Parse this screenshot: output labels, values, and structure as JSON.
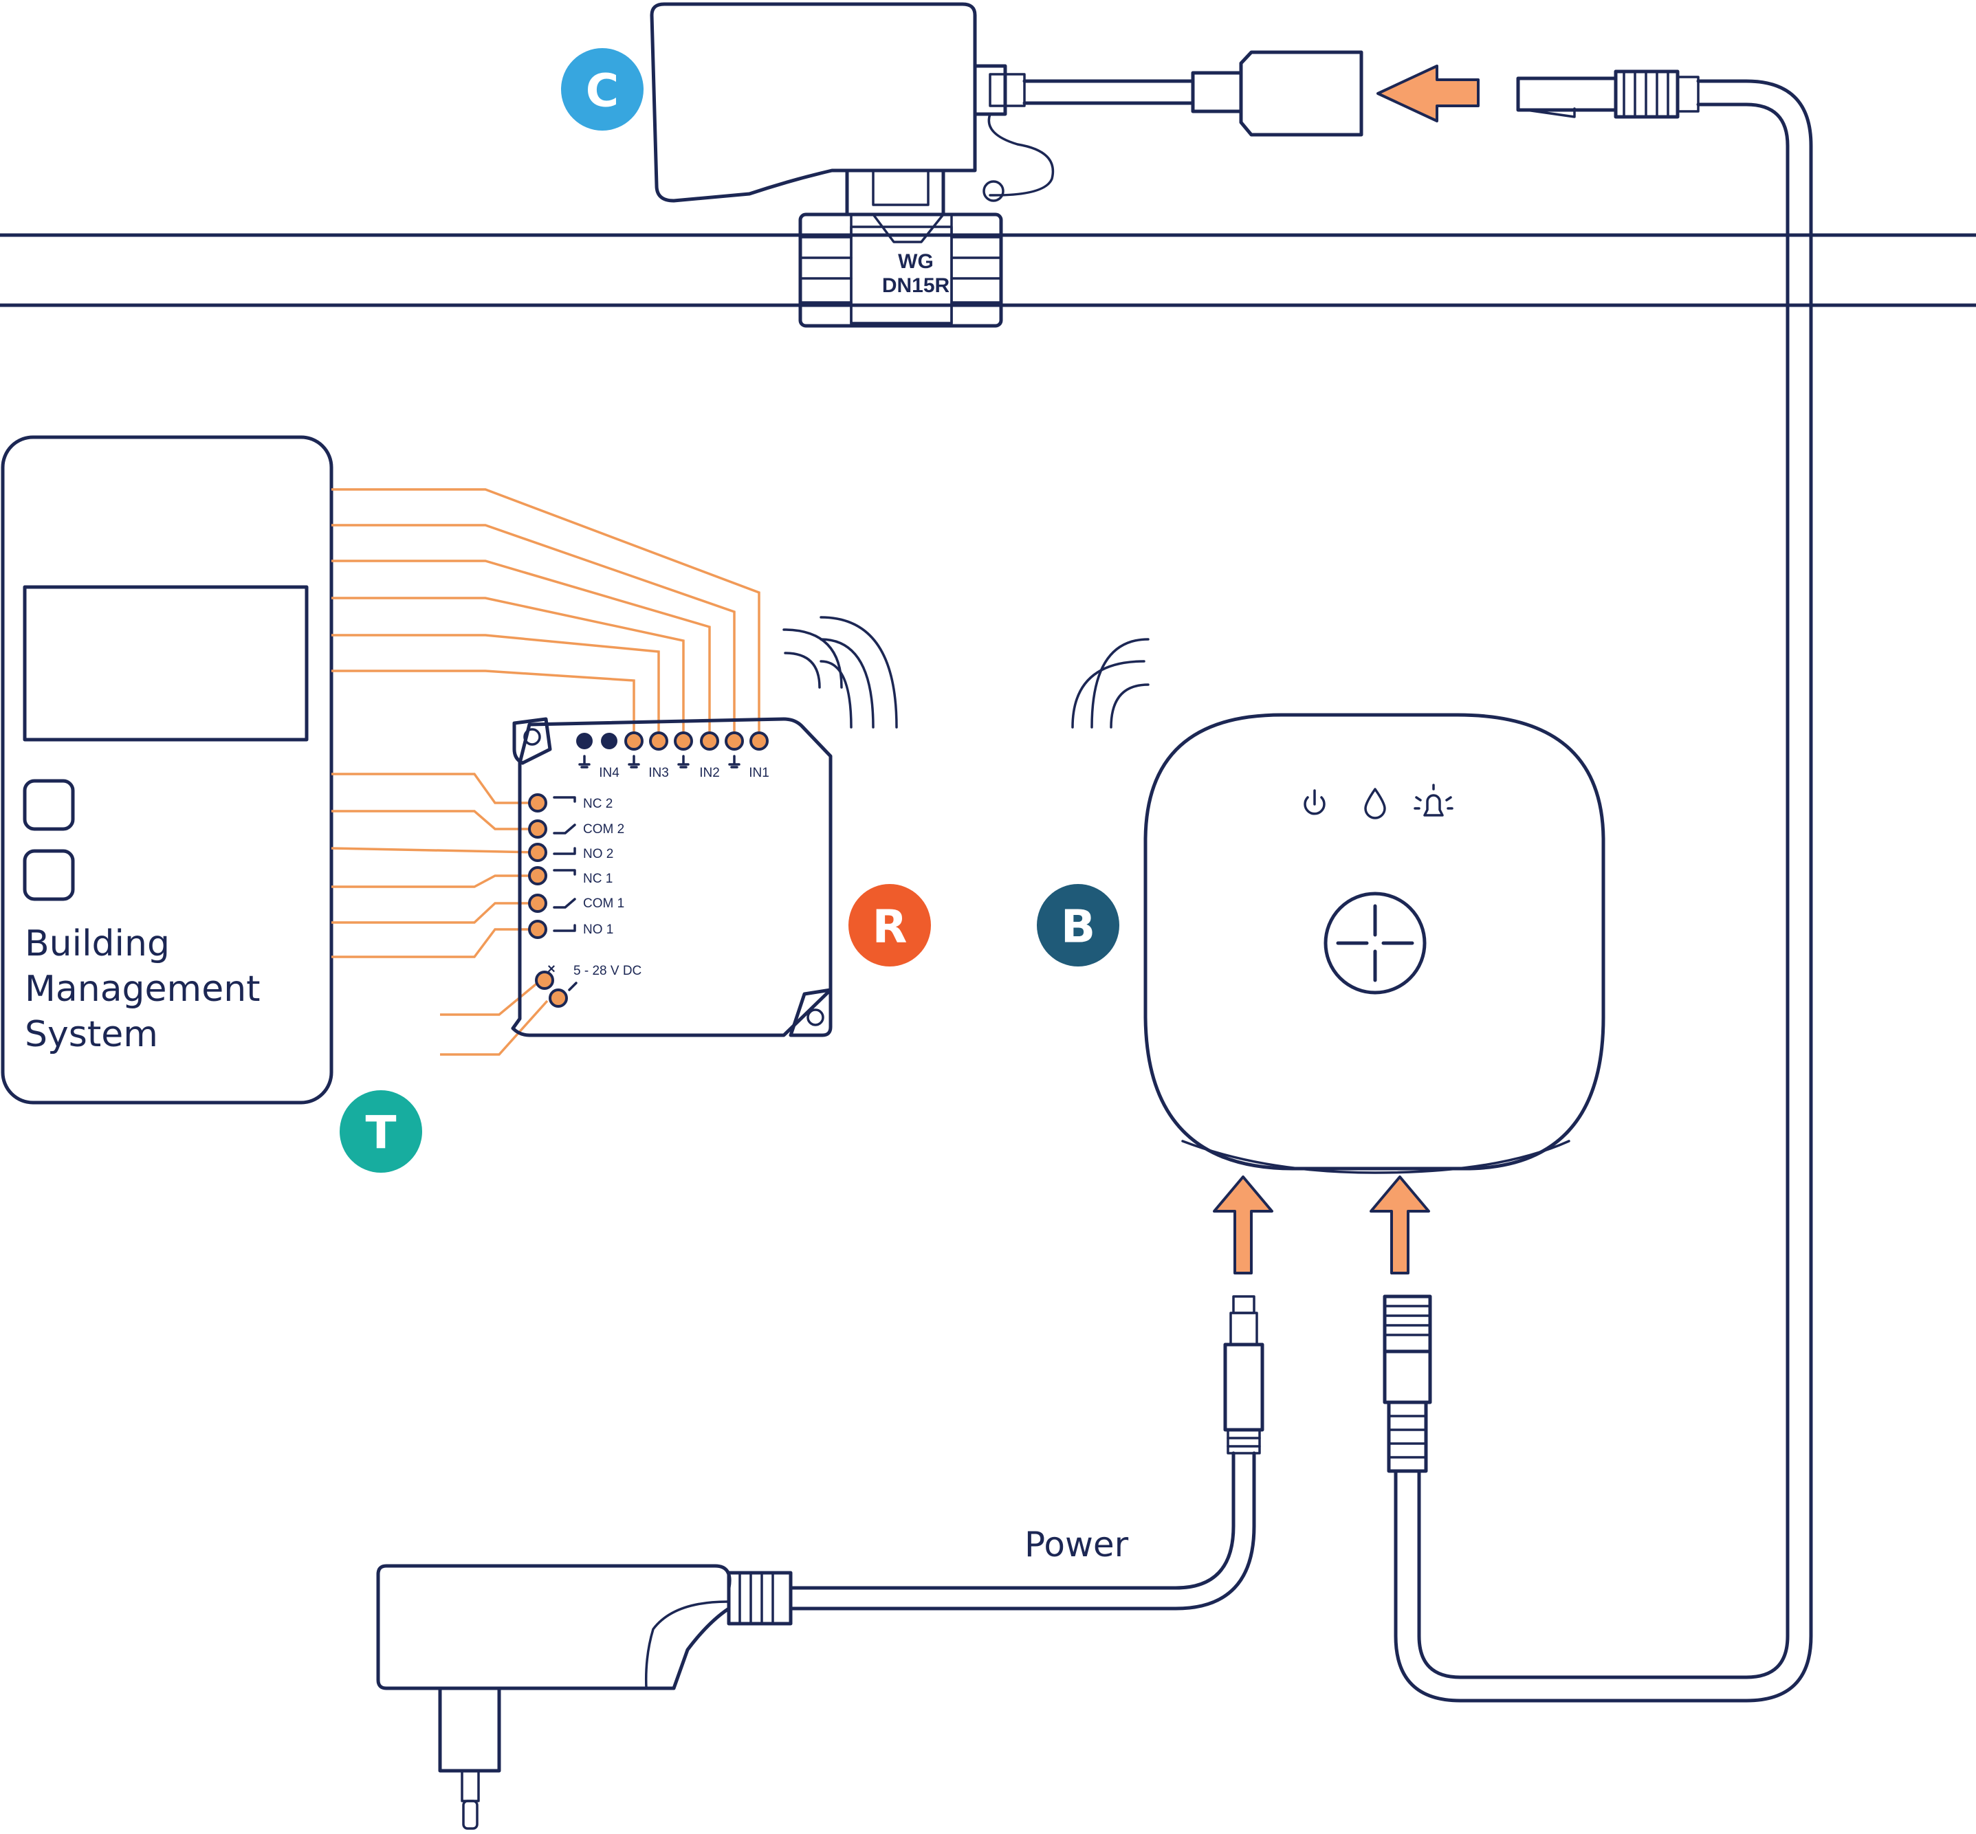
{
  "badges": {
    "valve_controller": {
      "letter": "C",
      "color": "#37a6df"
    },
    "relay": {
      "letter": "R",
      "color": "#ef5c2b"
    },
    "base_station": {
      "letter": "B",
      "color": "#1f5a78"
    },
    "terminal": {
      "letter": "T",
      "color": "#17ad9f"
    }
  },
  "valve": {
    "model_line1": "WG",
    "model_line2": "DN15R"
  },
  "bms": {
    "line1": "Building",
    "line2": "Management",
    "line3": "System"
  },
  "relay_module": {
    "input_labels": [
      "IN4",
      "IN3",
      "IN2",
      "IN1"
    ],
    "relay_labels": [
      "NC 2",
      "COM 2",
      "NO 2",
      "NC 1",
      "COM 1",
      "NO 1"
    ],
    "power_label": "5 - 28 V DC",
    "power_symbol": "×"
  },
  "base_station_icons": [
    "power-icon",
    "water-drop-icon",
    "alarm-bell-icon",
    "center-button-cross-icon"
  ],
  "cable": {
    "power_label": "Power"
  },
  "colors": {
    "outline": "#1c2754",
    "wire": "#f19a57",
    "arrow_fill": "#f7a06a",
    "background": "#ffffff"
  }
}
